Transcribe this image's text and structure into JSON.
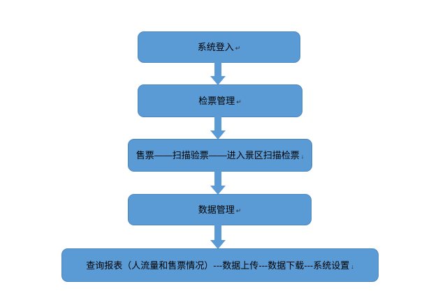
{
  "page": {
    "background_color": "#ffffff",
    "type": "flowchart",
    "direction": "top-down"
  },
  "flowchart": {
    "node_fill_color": "#5b9bd5",
    "node_border_color": "#4a86c2",
    "arrow_color": "#5b9bd5",
    "text_color": "#000000",
    "nodes": [
      {
        "id": "system-login",
        "label": "系统登入",
        "mark": "↵"
      },
      {
        "id": "ticket-check-management",
        "label": "检票管理",
        "mark": "↵"
      },
      {
        "id": "ticketing-process",
        "label": "售票——扫描验票——进入景区扫描检票",
        "mark": "↓"
      },
      {
        "id": "data-management",
        "label": "数据管理",
        "mark": "↵"
      },
      {
        "id": "reports-and-settings",
        "label": "查询报表（人流量和售票情况）---数据上传---数据下载---系统设置",
        "mark": "↓"
      }
    ],
    "connectors": [
      {
        "from": 0,
        "to": 1,
        "icon": "block-arrow-down"
      },
      {
        "from": 1,
        "to": 2,
        "icon": "block-arrow-down"
      },
      {
        "from": 2,
        "to": 3,
        "icon": "block-arrow-down"
      },
      {
        "from": 3,
        "to": 4,
        "icon": "block-arrow-down"
      }
    ]
  }
}
